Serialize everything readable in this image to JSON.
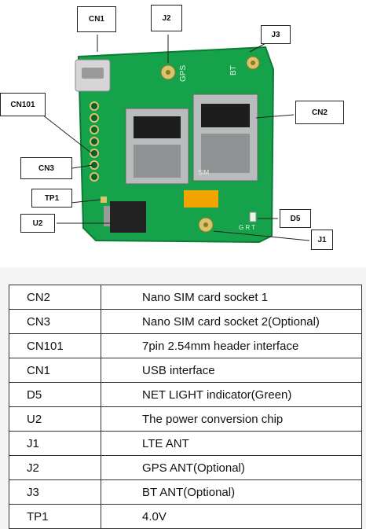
{
  "callouts": {
    "cn1": "CN1",
    "j2": "J2",
    "j3": "J3",
    "cn101": "CN101",
    "cn2": "CN2",
    "cn3": "CN3",
    "tp1": "TP1",
    "u2": "U2",
    "d5": "D5",
    "j1": "J1"
  },
  "board_silkscreen": {
    "gps": "GPS",
    "bt": "BT",
    "sim": "SIM",
    "grt": "G R T"
  },
  "colors": {
    "pcb": "#15a24a",
    "pcb_dark": "#0e7a36",
    "sim_socket": "#b9bcbc",
    "regulator_chip": "#222222",
    "yellow_part": "#f2a500"
  },
  "table": {
    "rows": [
      {
        "ref": "CN2",
        "desc": "Nano SIM card socket 1"
      },
      {
        "ref": "CN3",
        "desc": "Nano SIM card socket 2(Optional)"
      },
      {
        "ref": "CN101",
        "desc": "7pin 2.54mm header interface"
      },
      {
        "ref": "CN1",
        "desc": "USB interface"
      },
      {
        "ref": "D5",
        "desc": "NET LIGHT indicator(Green)"
      },
      {
        "ref": "U2",
        "desc": "The power conversion chip"
      },
      {
        "ref": "J1",
        "desc": "LTE ANT"
      },
      {
        "ref": "J2",
        "desc": "GPS ANT(Optional)"
      },
      {
        "ref": "J3",
        "desc": "BT ANT(Optional)"
      },
      {
        "ref": "TP1",
        "desc": "4.0V"
      }
    ]
  }
}
